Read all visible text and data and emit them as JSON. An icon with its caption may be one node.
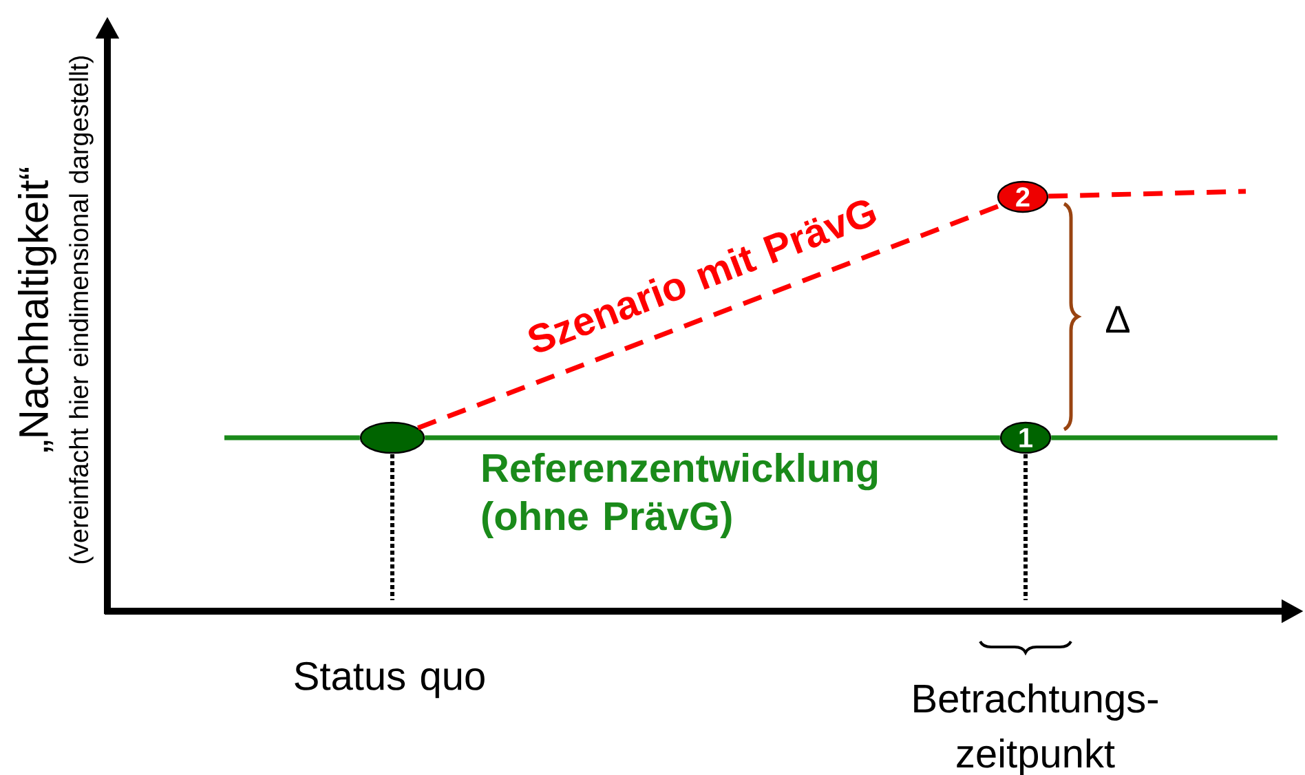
{
  "diagram": {
    "nodes": [
      {
        "text": [],
        "shape": "circle"
      },
      {
        "text": [
          "1"
        ]
      },
      {
        "text": [
          "2"
        ]
      }
    ],
    "edges": [
      {
        "from": null,
        "to": 0,
        "arrow": "none",
        "color": "#1a8a1a"
      },
      {
        "from": 0,
        "to": 1,
        "arrow": "none",
        "label": "Referenzentwicklung (ohne PrävG)",
        "color": "#1a8a1a"
      },
      {
        "from": 1,
        "to": null,
        "arrow": "none",
        "color": "#1a8a1a"
      },
      {
        "from": 0,
        "to": 2,
        "arrow": "none",
        "label": "Szenario mit PrävG",
        "style": "dashed",
        "color": "#ff0000"
      },
      {
        "from": 2,
        "to": null,
        "arrow": "none",
        "style": "dashed",
        "color": "#ff0000"
      }
    ],
    "labels": [
      "„Nachhaltigkeit“",
      "(vereinfacht hier eindimensional dargestellt)",
      "Δ",
      "Status quo",
      "Betrachtungs- zeitpunkt"
    ]
  }
}
